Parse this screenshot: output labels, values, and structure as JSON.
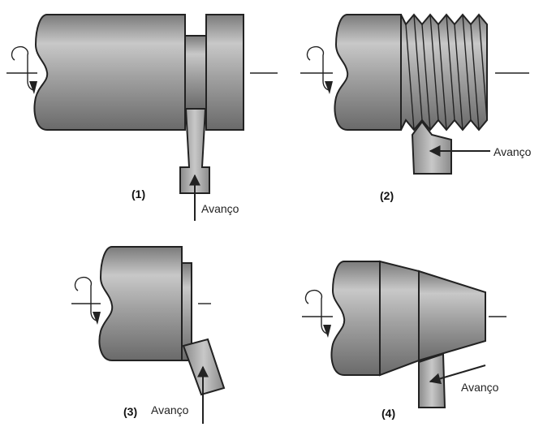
{
  "panels": [
    {
      "id": "1",
      "number": "(1)",
      "feed_label": "Avanço"
    },
    {
      "id": "2",
      "number": "(2)",
      "feed_label": "Avanço"
    },
    {
      "id": "3",
      "number": "(3)",
      "feed_label": "Avanço"
    },
    {
      "id": "4",
      "number": "(4)",
      "feed_label": "Avanço"
    }
  ],
  "colors": {
    "metal": "#9c9c9c",
    "metal_light": "#c4c4c4",
    "metal_dark": "#6e6e6e",
    "outline": "#222222"
  },
  "icons": [
    "rotation-arrow-icon",
    "feed-arrow-icon"
  ]
}
